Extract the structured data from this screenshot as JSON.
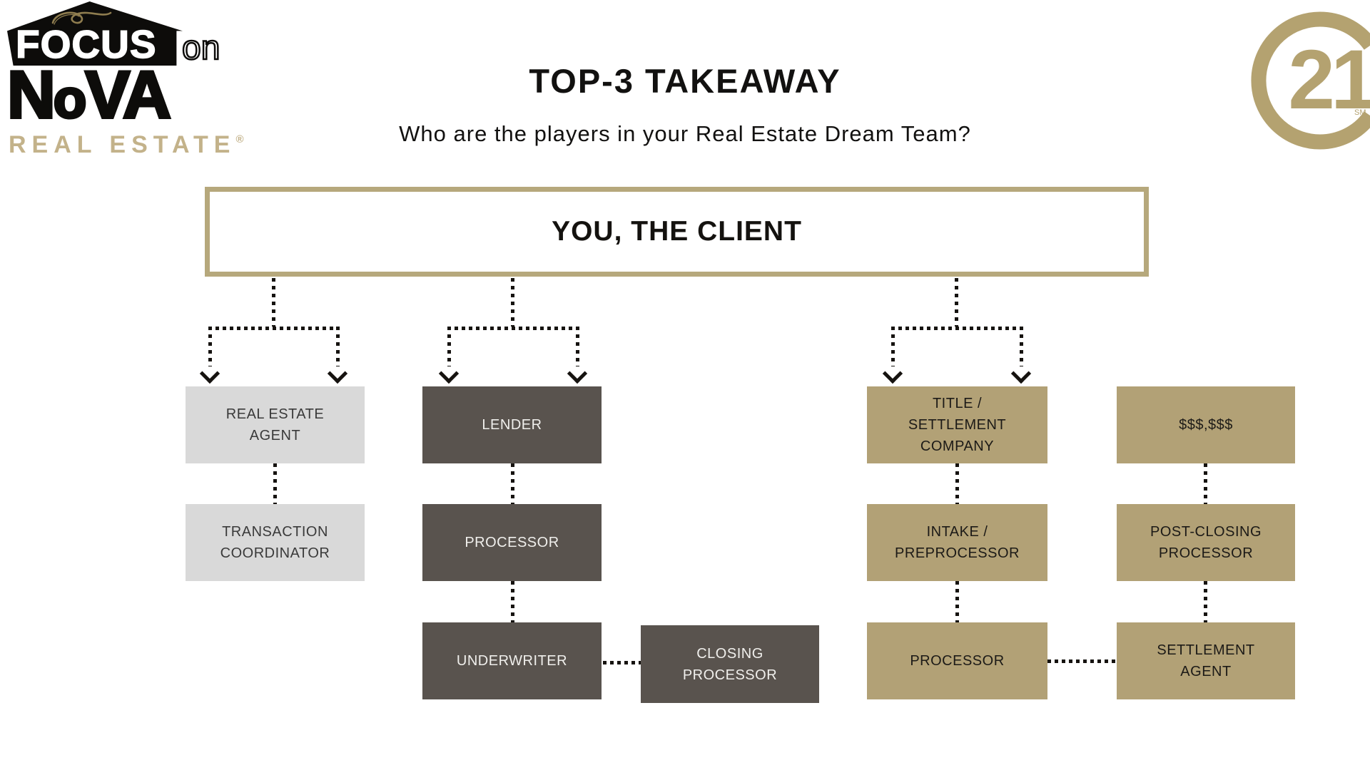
{
  "header": {
    "logo": {
      "focus": "FOCUS",
      "on": "on",
      "nova_n": "N",
      "nova_o": "o",
      "nova_va": "VA",
      "real_estate": "REAL ESTATE",
      "registered_mark": "®"
    },
    "title": "TOP-3 TAKEAWAY",
    "subtitle": "Who are the players in your Real Estate Dream Team?",
    "century21": {
      "number": "21",
      "service_mark": "SM"
    }
  },
  "colors": {
    "gold_box": "#b2a176",
    "gold_border": "#b6a87c",
    "logo_gold": "#c3b28a",
    "c21_gold": "#b4a270",
    "dark_gray_box": "#59534e",
    "light_gray_box": "#d9d9d9",
    "ink": "#161310"
  },
  "diagram": {
    "client": {
      "label": "YOU, THE CLIENT"
    },
    "boxes": {
      "real_estate_agent": "REAL ESTATE\nAGENT",
      "transaction_coordinator": "TRANSACTION\nCOORDINATOR",
      "lender": "LENDER",
      "loan_processor": "PROCESSOR",
      "underwriter": "UNDERWRITER",
      "closing_processor": "CLOSING\nPROCESSOR",
      "title_settlement_company": "TITLE /\nSETTLEMENT\nCOMPANY",
      "intake_preprocessor": "INTAKE /\nPREPROCESSOR",
      "title_processor": "PROCESSOR",
      "money": "$$$,$$$",
      "post_closing_processor": "POST-CLOSING\nPROCESSOR",
      "settlement_agent": "SETTLEMENT\nAGENT"
    }
  }
}
